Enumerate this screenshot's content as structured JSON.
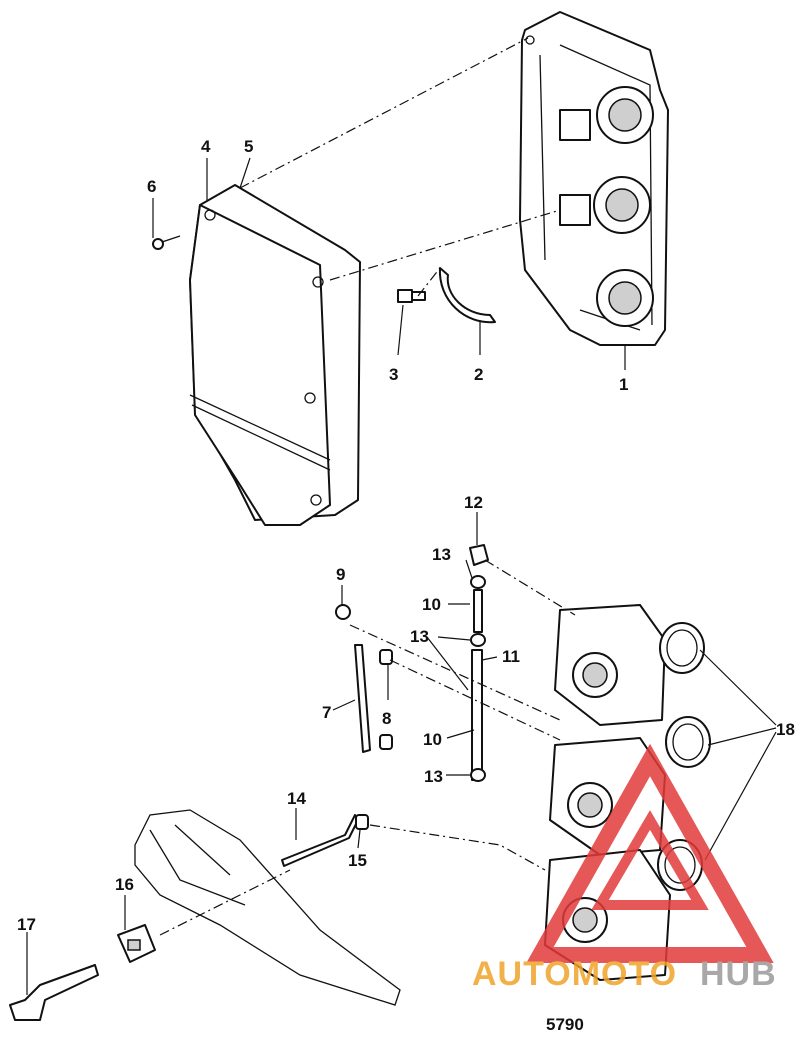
{
  "diagram": {
    "drawing_number": "5790",
    "callouts": [
      "1",
      "2",
      "3",
      "4",
      "5",
      "6",
      "7",
      "8",
      "9",
      "10",
      "10",
      "11",
      "12",
      "13",
      "13",
      "13",
      "14",
      "15",
      "16",
      "17",
      "18"
    ],
    "watermark": {
      "part1": "AUTOMOTO",
      "part2": "HUB",
      "color_red": "#e23a3a",
      "color_orange": "#f0a32a",
      "color_gray": "#9a9a9a"
    }
  }
}
